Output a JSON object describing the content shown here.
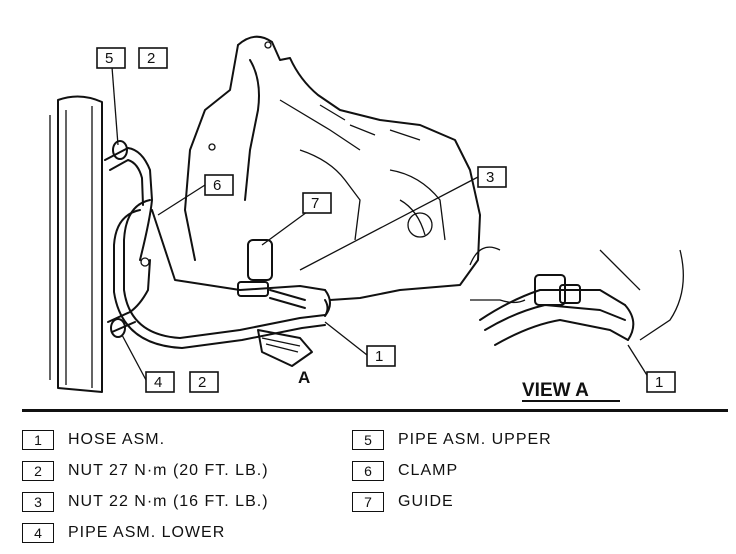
{
  "callouts": {
    "top_left": [
      "5",
      "2"
    ],
    "bottom_left": [
      "4",
      "2"
    ],
    "clamp": "6",
    "guide": "7",
    "nut": "3",
    "hose": "1",
    "view_hose": "1"
  },
  "labels": {
    "view_a": "VIEW A",
    "arrow_letter": "A"
  },
  "legend": {
    "left": [
      {
        "key": "1",
        "text": "HOSE ASM."
      },
      {
        "key": "2",
        "text": "NUT 27 N·m (20 FT. LB.)"
      },
      {
        "key": "3",
        "text": "NUT 22 N·m (16 FT. LB.)"
      },
      {
        "key": "4",
        "text": "PIPE ASM. LOWER"
      }
    ],
    "right": [
      {
        "key": "5",
        "text": "PIPE ASM. UPPER"
      },
      {
        "key": "6",
        "text": "CLAMP"
      },
      {
        "key": "7",
        "text": "GUIDE"
      }
    ]
  }
}
